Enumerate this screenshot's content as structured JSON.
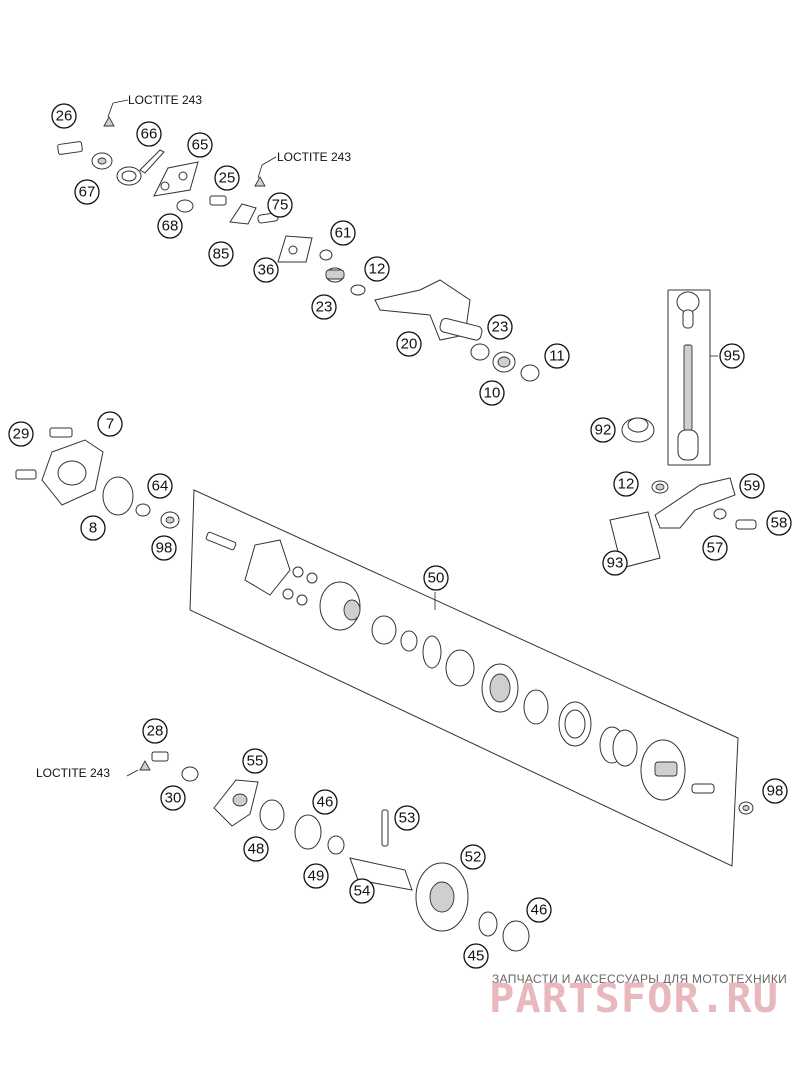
{
  "diagram": {
    "callouts": [
      {
        "label": "26"
      },
      {
        "label": "67"
      },
      {
        "label": "66"
      },
      {
        "label": "65"
      },
      {
        "label": "68"
      },
      {
        "label": "25"
      },
      {
        "label": "75"
      },
      {
        "label": "85"
      },
      {
        "label": "36"
      },
      {
        "label": "61"
      },
      {
        "label": "12"
      },
      {
        "label": "23"
      },
      {
        "label": "20"
      },
      {
        "label": "23"
      },
      {
        "label": "10"
      },
      {
        "label": "11"
      },
      {
        "label": "95"
      },
      {
        "label": "92"
      },
      {
        "label": "12"
      },
      {
        "label": "59"
      },
      {
        "label": "58"
      },
      {
        "label": "57"
      },
      {
        "label": "93"
      },
      {
        "label": "29"
      },
      {
        "label": "7"
      },
      {
        "label": "8"
      },
      {
        "label": "64"
      },
      {
        "label": "98"
      },
      {
        "label": "50"
      },
      {
        "label": "28"
      },
      {
        "label": "55"
      },
      {
        "label": "30"
      },
      {
        "label": "46"
      },
      {
        "label": "53"
      },
      {
        "label": "48"
      },
      {
        "label": "49"
      },
      {
        "label": "52"
      },
      {
        "label": "54"
      },
      {
        "label": "46"
      },
      {
        "label": "45"
      },
      {
        "label": "98"
      }
    ],
    "notes": [
      {
        "text": "LOCTITE 243"
      },
      {
        "text": "LOCTITE 243"
      },
      {
        "text": "LOCTITE 243"
      }
    ]
  },
  "watermark": {
    "caption": "ЗАПЧАСТИ И АКСЕССУАРЫ ДЛЯ МОТОТЕХНИКИ",
    "brand": "PARTSFOR.RU",
    "brand_color": "#e8b8bc"
  }
}
